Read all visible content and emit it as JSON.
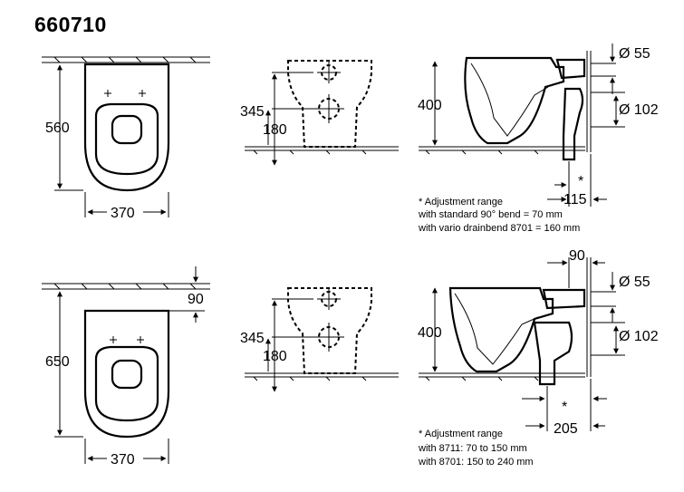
{
  "title": "660710",
  "top": {
    "front": {
      "height": "560",
      "width": "370"
    },
    "side": {
      "height_a": "345",
      "height_b": "180"
    },
    "section": {
      "height": "400",
      "pipe_top": "Ø 55",
      "pipe_outlet": "Ø 102",
      "offset": "115",
      "star": "*"
    },
    "notes": [
      "* Adjustment range",
      "with standard 90° bend = 70 mm",
      "with vario drainbend 8701 = 160 mm"
    ]
  },
  "bottom": {
    "front": {
      "height": "650",
      "width": "370",
      "wall_gap": "90"
    },
    "side": {
      "height_a": "345",
      "height_b": "180"
    },
    "section": {
      "height": "400",
      "pipe_top": "Ø 55",
      "pipe_outlet": "Ø 102",
      "offset": "205",
      "top_gap": "90",
      "star": "*"
    },
    "notes": [
      "* Adjustment range",
      "with 8711: 70 to 150 mm",
      "with 8701: 150 to 240 mm"
    ]
  }
}
